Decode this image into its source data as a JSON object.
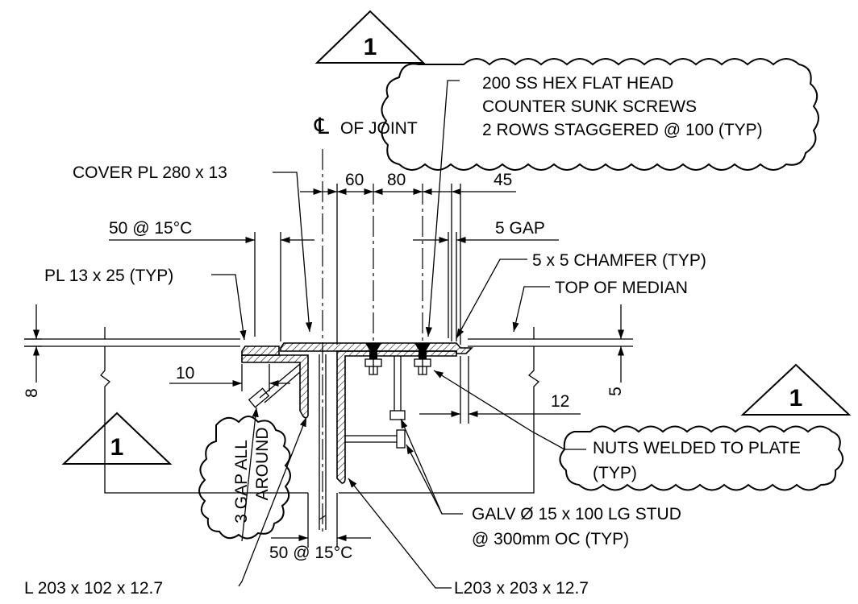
{
  "labels": {
    "cl_symbol": "℄",
    "cl_text": "OF JOINT",
    "screws_line1": "200 SS HEX FLAT HEAD",
    "screws_line2": "COUNTER SUNK SCREWS",
    "screws_line3": "2 ROWS STAGGERED @ 100 (TYP)",
    "cover_plate": "COVER PL 280 x 13",
    "dim_60": "60",
    "dim_80": "80",
    "dim_45": "45",
    "dim_50_top": "50 @ 15°C",
    "gap_5": "5 GAP",
    "chamfer": "5 x 5 CHAMFER (TYP)",
    "plate_13x25": "PL 13 x 25 (TYP)",
    "top_of_median": "TOP OF MEDIAN",
    "dim_10": "10",
    "dim_8": "8",
    "dim_5": "5",
    "dim_12": "12",
    "nuts_line1": "NUTS WELDED TO PLATE",
    "nuts_line2": "(TYP)",
    "gap_line1": "3 GAP ALL",
    "gap_line2": "AROUND",
    "stud_line1": "GALV Ø 15 x 100 LG STUD",
    "stud_line2": "@ 300mm OC (TYP)",
    "dim_50_bottom": "50 @ 15°C",
    "angle_small": "L 203 x 102 x 12.7",
    "angle_large": "L203 x 203 x 12.7"
  },
  "revision_triangles": [
    "1",
    "1",
    "1"
  ]
}
